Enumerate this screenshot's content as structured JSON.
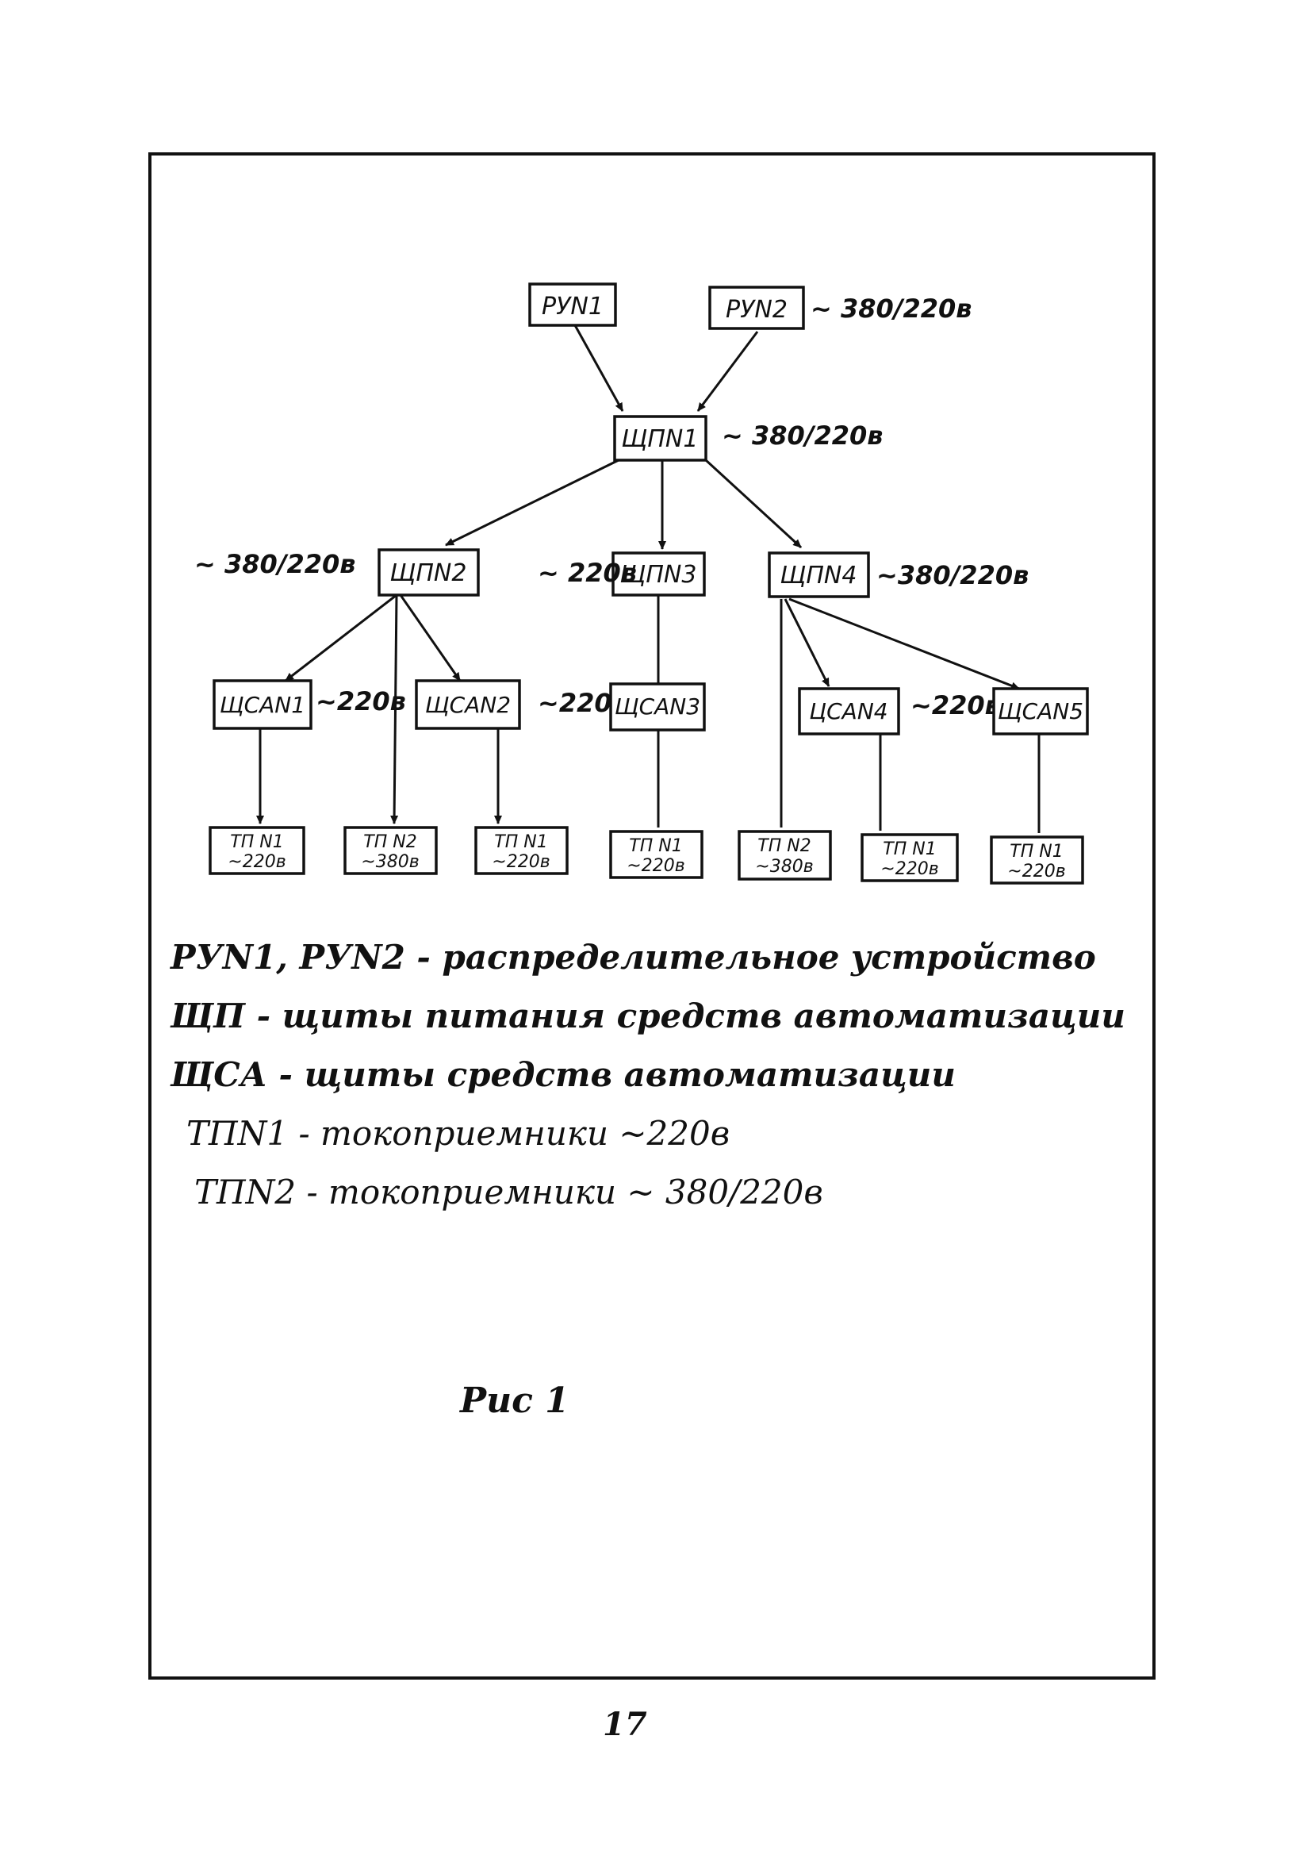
{
  "nodes": {
    "ru1": "РУN1",
    "ru2": "РУN2",
    "shp1": "ЩПN1",
    "shp2": "ЩПN2",
    "shp3": "ЩПN3",
    "shp4": "ЩПN4",
    "shca1": "ЩСАN1",
    "shca2": "ЩСАN2",
    "shca3": "ЩСАN3",
    "shca4": "ЦСАN4",
    "shca5": "ЩСАN5",
    "tp": [
      {
        "name": "ТП N1",
        "voltage": "~220в"
      },
      {
        "name": "ТП N2",
        "voltage": "~380в"
      },
      {
        "name": "ТП N1",
        "voltage": "~220в"
      },
      {
        "name": "ТП N1",
        "voltage": "~220в"
      },
      {
        "name": "ТП N2",
        "voltage": "~380в"
      },
      {
        "name": "ТП N1",
        "voltage": "~220в"
      },
      {
        "name": "ТП N1",
        "voltage": "~220в"
      }
    ]
  },
  "voltage_labels": {
    "ru": "~ 380/220в",
    "shp1": "~ 380/220в",
    "shp2": "~ 380/220в",
    "shp3": "~ 220в",
    "shp4": "~380/220в",
    "shca1": "~220в",
    "shca2": "~220в",
    "shca4": "~220в"
  },
  "legend": [
    "РУN1, РУN2 - распределительное устройство",
    "ЩП - щиты питания средств автоматизации",
    "ЩСА - щиты средств автоматизации",
    "ТПN1 - токоприемники ~220в",
    "ТПN2 - токоприемники ~ 380/220в"
  ],
  "caption": "Рис 1",
  "page_number": "17"
}
